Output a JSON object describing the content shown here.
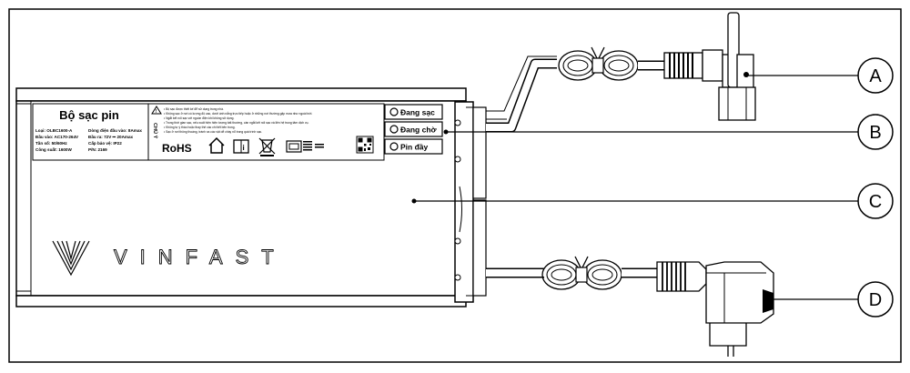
{
  "charger": {
    "title": "Bộ sạc pin",
    "specs_left": [
      "Loại: OLBC1600-A",
      "Đầu vào: AC170-264V",
      "Tần số: 50/60Hz",
      "Công suất: 1600W"
    ],
    "specs_right": [
      "Dòng điện đầu vào: 8Amax",
      "Đầu ra: 72V ⎓ 20Amax",
      "Cấp bảo vệ: IP22",
      "P/N: 2169"
    ],
    "warning_label": "CHÚ Ý",
    "warning_lines": [
      "• Bộ sạc được thiết kế để sử dụng trong nhà.",
      "• Không sạc ở nơi có lượng độ cao, dưới ánh nắng trực tiếp hoặc ở những nơi thường gặp mưa như ngoài trời.",
      "• Ngắt kết nối sạc với nguồn điện khi không sử dụng.",
      "• Trong thời gian sạc, nếu xuất hiện hiện tượng bất thường, cần ngắt kết nối sạc và liên hệ trung tâm dịch vụ.",
      "• Không tự ý tháo hoặc thay thế các chi tiết bên trong.",
      "• Sạc ở nơi thông thoáng, tránh xa các vật dễ cháy nổ trong quá trình sạc."
    ],
    "rohs": "RoHS",
    "status_lights": [
      "Đang sạc",
      "Đang chờ",
      "Pin đầy"
    ],
    "brand": "VINFAST"
  },
  "callouts": [
    "A",
    "B",
    "C",
    "D"
  ]
}
